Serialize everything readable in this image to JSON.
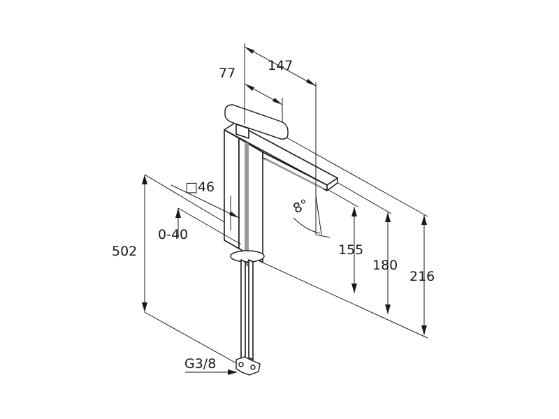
{
  "dimensions": {
    "total_projection": "147",
    "lever_length": "77",
    "spout_angle": "8°",
    "body_square": "□46",
    "deck_thickness": "0-40",
    "overall_length": "502",
    "spout_height": "155",
    "outlet_height": "180",
    "total_height": "216",
    "connection_thread": "G3/8"
  }
}
